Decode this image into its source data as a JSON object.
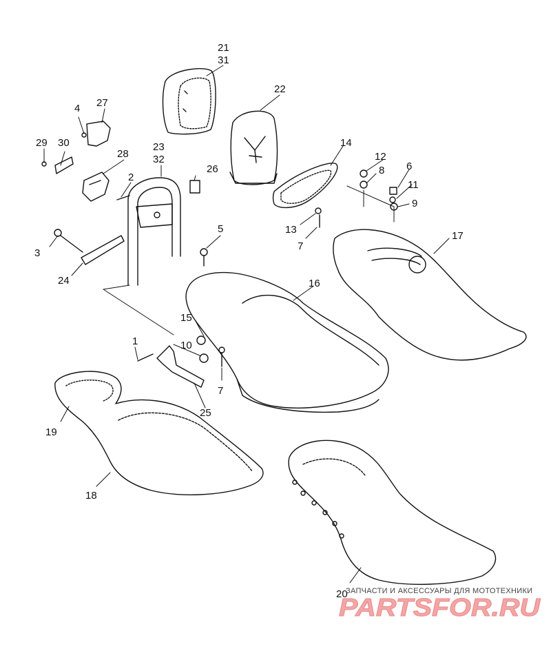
{
  "labels": {
    "l1": "1",
    "l2": "2",
    "l3": "3",
    "l4": "4",
    "l5": "5",
    "l6": "6",
    "l7a": "7",
    "l7b": "7",
    "l8": "8",
    "l9": "9",
    "l10": "10",
    "l11": "11",
    "l12": "12",
    "l13": "13",
    "l14": "14",
    "l15": "15",
    "l16": "16",
    "l17": "17",
    "l18": "18",
    "l19": "19",
    "l20": "20",
    "l21": "21",
    "l22": "22",
    "l23": "23",
    "l24": "24",
    "l25": "25",
    "l26": "26",
    "l27": "27",
    "l28": "28",
    "l29": "29",
    "l30": "30",
    "l31": "31",
    "l32": "32"
  },
  "watermark": {
    "tagline": "ЗАПЧАСТИ И АКСЕССУАРЫ ДЛЯ МОТОТЕХНИКИ",
    "logo_text": "PARTSFOR.RU",
    "logo_color": "#f4a6a6"
  }
}
